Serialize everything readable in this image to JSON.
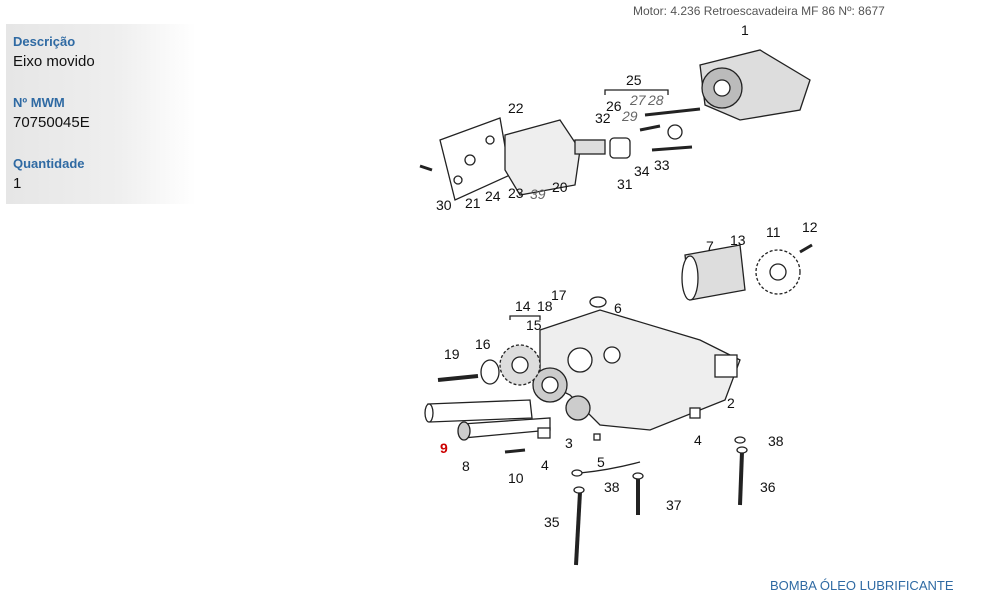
{
  "header": {
    "title": "Motor: 4.236 Retroescavadeira MF 86   Nº: 8677"
  },
  "info": {
    "descricao_label": "Descrição",
    "descricao_value": "Eixo movido",
    "mwm_label": "Nº MWM",
    "mwm_value": "70750045E",
    "quantidade_label": "Quantidade",
    "quantidade_value": "1"
  },
  "diagram": {
    "highlighted": "9",
    "callouts": [
      "1",
      "2",
      "3",
      "4",
      "4",
      "5",
      "6",
      "7",
      "8",
      "9",
      "10",
      "11",
      "12",
      "13",
      "14",
      "15",
      "16",
      "17",
      "18",
      "19",
      "20",
      "21",
      "22",
      "23",
      "24",
      "25",
      "26",
      "27",
      "28",
      "29",
      "30",
      "31",
      "32",
      "33",
      "34",
      "35",
      "36",
      "37",
      "38",
      "38",
      "39"
    ]
  },
  "footer": {
    "title": "BOMBA ÓLEO LUBRIFICANTE"
  }
}
